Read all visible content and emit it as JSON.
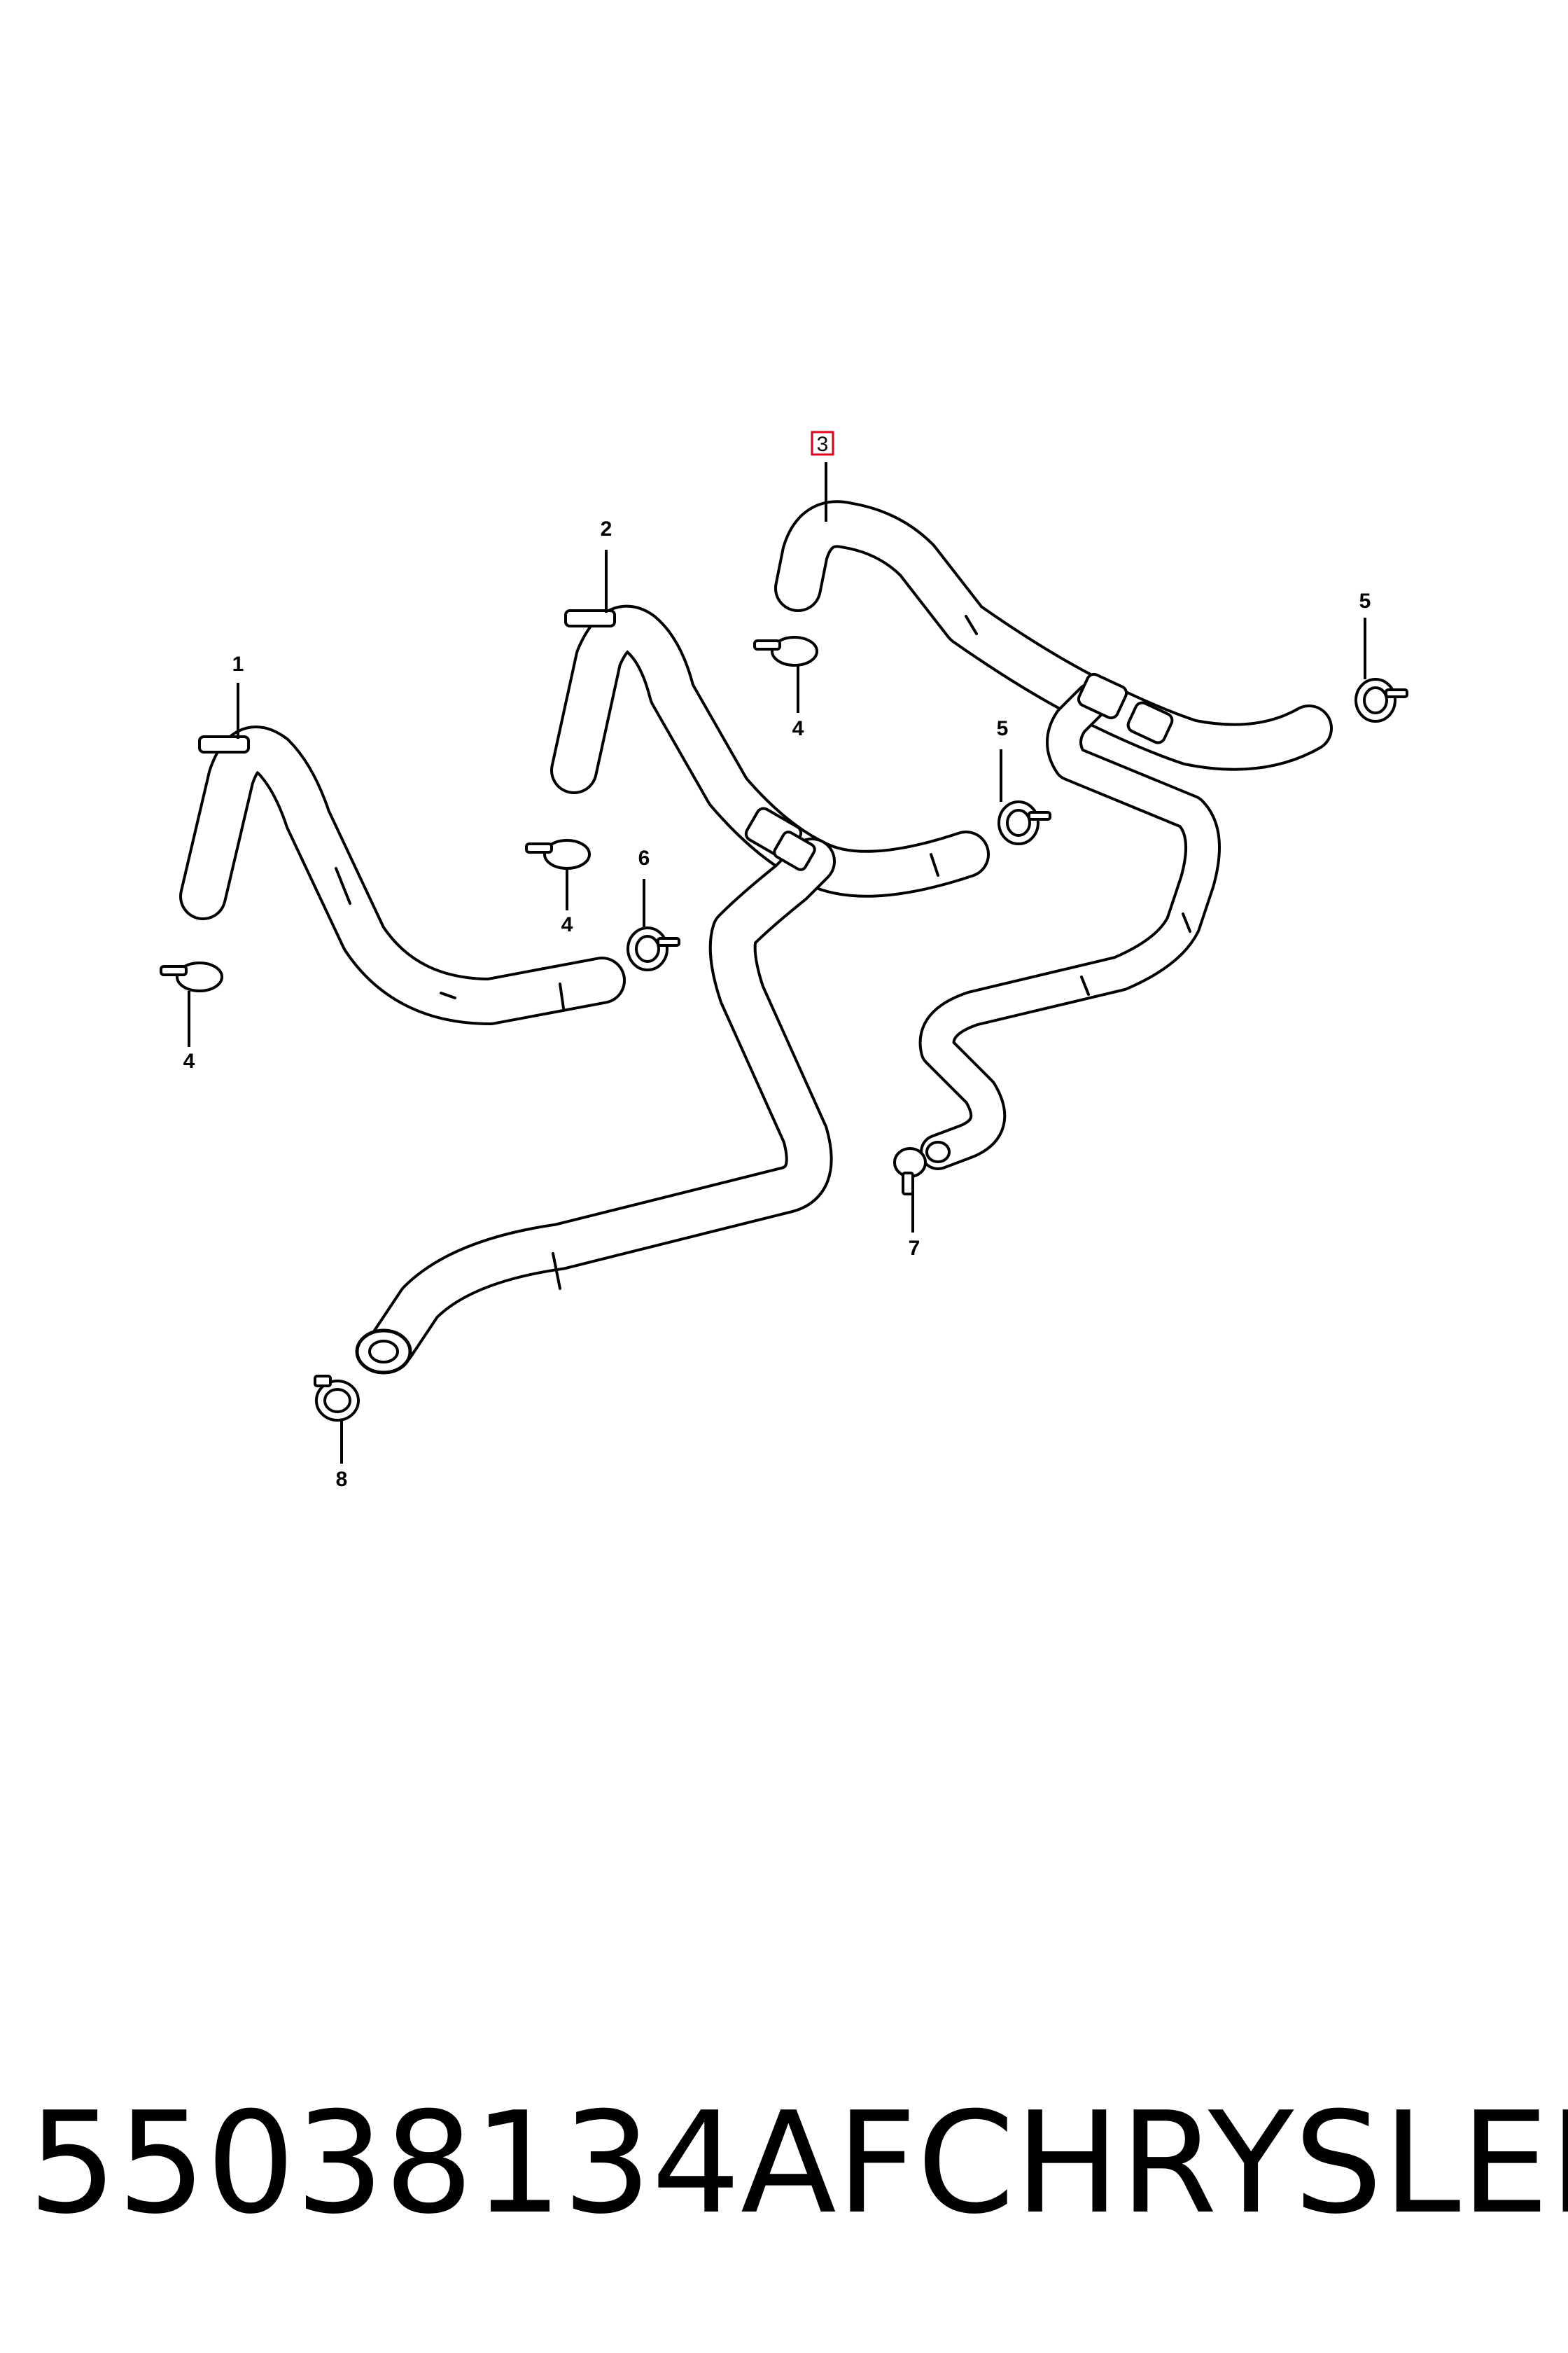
{
  "callouts": {
    "c1": "1",
    "c2": "2",
    "c3": "3",
    "c4a": "4",
    "c4b": "4",
    "c4c": "4",
    "c5a": "5",
    "c5b": "5",
    "c6": "6",
    "c7": "7",
    "c8": "8"
  },
  "highlight_color": "#e0001b",
  "footer": {
    "part_number": "55038134AF",
    "brand": "CHRYSLER"
  }
}
